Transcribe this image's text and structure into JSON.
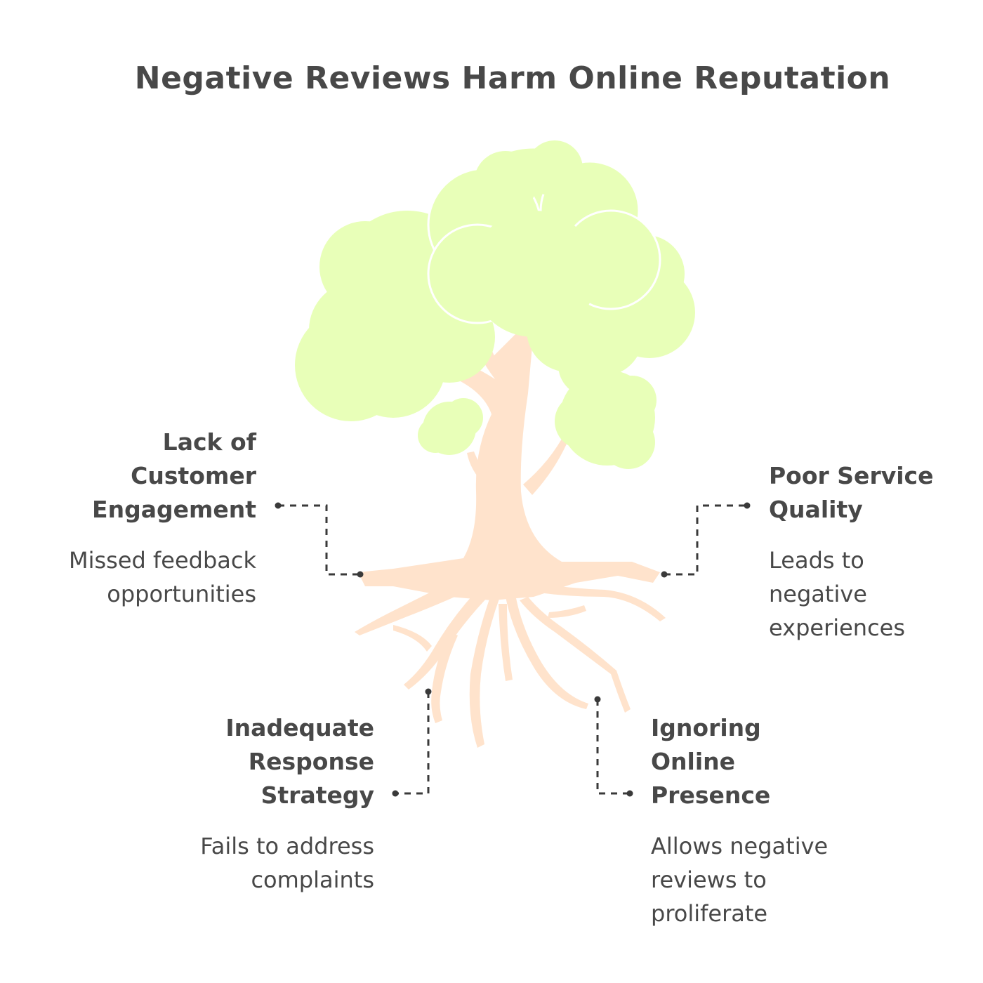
{
  "title": "Negative Reviews Harm Online Reputation",
  "colors": {
    "foliage": "#e8ffb8",
    "trunk": "#ffe3cc",
    "text": "#484848",
    "connector": "#3a3a3a"
  },
  "causes": [
    {
      "heading": [
        "Lack of",
        "Customer",
        "Engagement"
      ],
      "description": [
        "Missed feedback",
        "opportunities"
      ]
    },
    {
      "heading": [
        "Poor Service",
        "Quality"
      ],
      "description": [
        "Leads to",
        "negative",
        "experiences"
      ]
    },
    {
      "heading": [
        "Inadequate",
        "Response",
        "Strategy"
      ],
      "description": [
        "Fails to address",
        "complaints"
      ]
    },
    {
      "heading": [
        "Ignoring",
        "Online",
        "Presence"
      ],
      "description": [
        "Allows negative",
        "reviews to",
        "proliferate"
      ]
    }
  ]
}
